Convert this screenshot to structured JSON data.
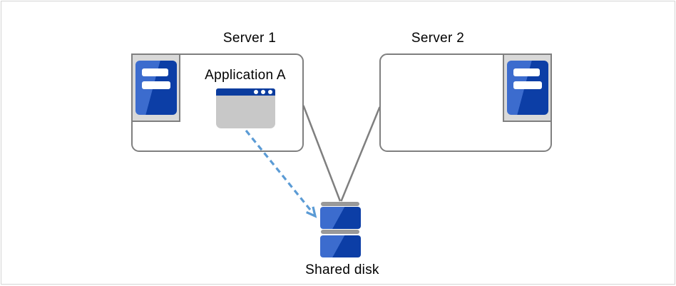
{
  "diagram": {
    "server1": {
      "label": "Server 1",
      "application_label": "Application A"
    },
    "server2": {
      "label": "Server 2"
    },
    "shared_disk": {
      "label": "Shared disk"
    }
  },
  "icons": {
    "server1": "server-tower-icon",
    "server2": "server-tower-icon",
    "application": "app-window-icon",
    "shared_disk": "disk-stack-icon",
    "connection": "solid-line-connector",
    "data_access": "dashed-arrow-connector"
  },
  "colors": {
    "blue_dark": "#0C3EA6",
    "blue_light": "#3C6CCE",
    "titlebar_blue": "#0B3C9E",
    "arrow_blue": "#5B9BD5",
    "line_gray": "#7F7F7F",
    "icon_bg_gray": "#D9D9D9",
    "window_gray": "#C8C8C8",
    "cap_gray": "#999999",
    "frame_gray": "#D5D5D5",
    "text_color": "#000000",
    "background": "#FFFFFF"
  }
}
